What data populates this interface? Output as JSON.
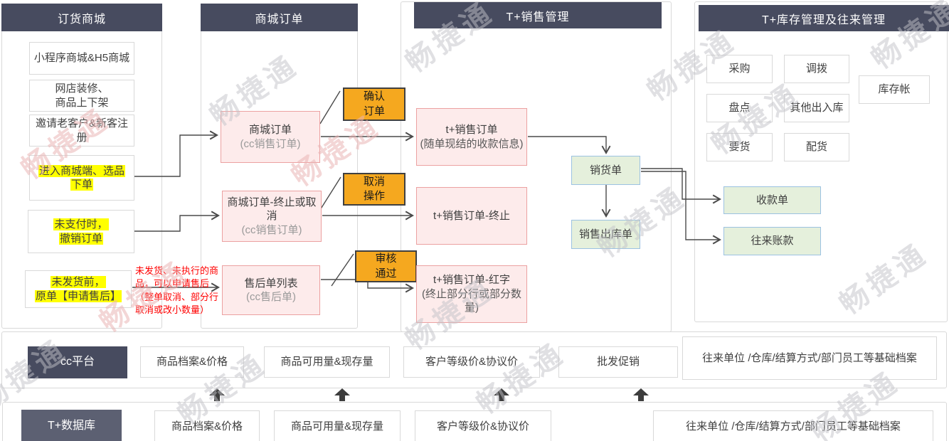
{
  "watermark": "畅捷通",
  "headers": {
    "order_mall": "订货商城",
    "mall_orders": "商城订单",
    "tplus_sales": "T+销售管理",
    "tplus_inventory": "T+库存管理及往来管理"
  },
  "mall_steps": {
    "step1": "小程序商城&H5商城",
    "step2_line1": "网店装修、",
    "step2_line2": "商品上下架",
    "step3": "邀请老客户&新客注册",
    "step4_line1": "进入商城端、选品",
    "step4_line2": "下单",
    "step5_line1": "未支付时，",
    "step5_line2": "撤销订单",
    "step6_line1": "未发货前，",
    "step6_line2": "原单【申请售后】"
  },
  "red_note": "未发货、未执行的商品，可以申请售后（整单取消、部分行取消或改小数量）",
  "mall_order_boxes": {
    "order": {
      "title": "商城订单",
      "sub": "(cc销售订单)"
    },
    "terminate": {
      "title": "商城订单-终止或取消",
      "sub": "(cc销售订单)"
    },
    "aftersale": {
      "title": "售后单列表",
      "sub": "(cc售后单)"
    }
  },
  "action_badges": {
    "confirm_line1": "确认",
    "confirm_line2": "订单",
    "cancel_line1": "取消",
    "cancel_line2": "操作",
    "audit_line1": "审核",
    "audit_line2": "通过"
  },
  "sales_boxes": {
    "order": {
      "title": "t+销售订单",
      "sub": "(随单现结的收款信息)"
    },
    "terminated": {
      "title": "t+销售订单-终止",
      "sub": ""
    },
    "red_entry": {
      "title": "t+销售订单-红字",
      "sub": "(终止部分行或部分数量)"
    }
  },
  "vouchers": {
    "sales_slip": "销货单",
    "outbound": "销售出库单",
    "receipt": "收款单",
    "account": "往来账款"
  },
  "inventory_items": {
    "purchase": "采购",
    "transfer": "调拨",
    "ledger": "库存帐",
    "stocktake": "盘点",
    "other_io": "其他出入库",
    "require": "要货",
    "dispatch": "配货"
  },
  "platform_row": {
    "label": "cc平台",
    "items": [
      "商品档案&价格",
      "商品可用量&现存量",
      "客户等级价&协议价",
      "批发促销",
      "往来单位 /仓库/结算方式/部门员工等基础档案"
    ]
  },
  "database_row": {
    "label": "T+数据库",
    "items": [
      "商品档案&价格",
      "商品可用量&现存量",
      "客户等级价&协议价",
      "往来单位 /仓库/结算方式/部门员工等基础档案"
    ]
  },
  "colors": {
    "header_bg": "#474b5f",
    "badge_bg": "#f5a81f",
    "pink_fill": "#fdebeb",
    "pink_border": "#eca1a1",
    "green_fill": "#e5f0dc",
    "green_border": "#9cc2e2",
    "highlight": "#ffff00",
    "note_red": "#ff0000",
    "wire": "#4a4a4a"
  }
}
